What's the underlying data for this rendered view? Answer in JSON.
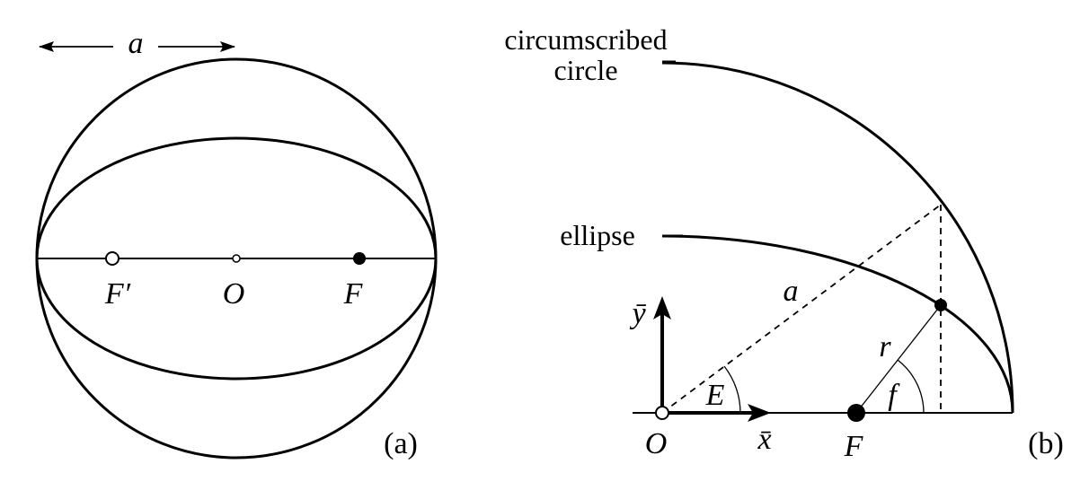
{
  "panel_a": {
    "label_a": "a",
    "label_Fprime": "F′",
    "label_O": "O",
    "label_F": "F",
    "caption": "(a)"
  },
  "panel_b": {
    "circle_label_line1": "circumscribed",
    "circle_label_line2": "circle",
    "ellipse_label": "ellipse",
    "label_a": "a",
    "label_r": "r",
    "label_E": "E",
    "label_f": "f",
    "label_ybar": "ȳ",
    "label_xbar": "x̄",
    "label_O": "O",
    "label_F": "F",
    "caption": "(b)"
  }
}
